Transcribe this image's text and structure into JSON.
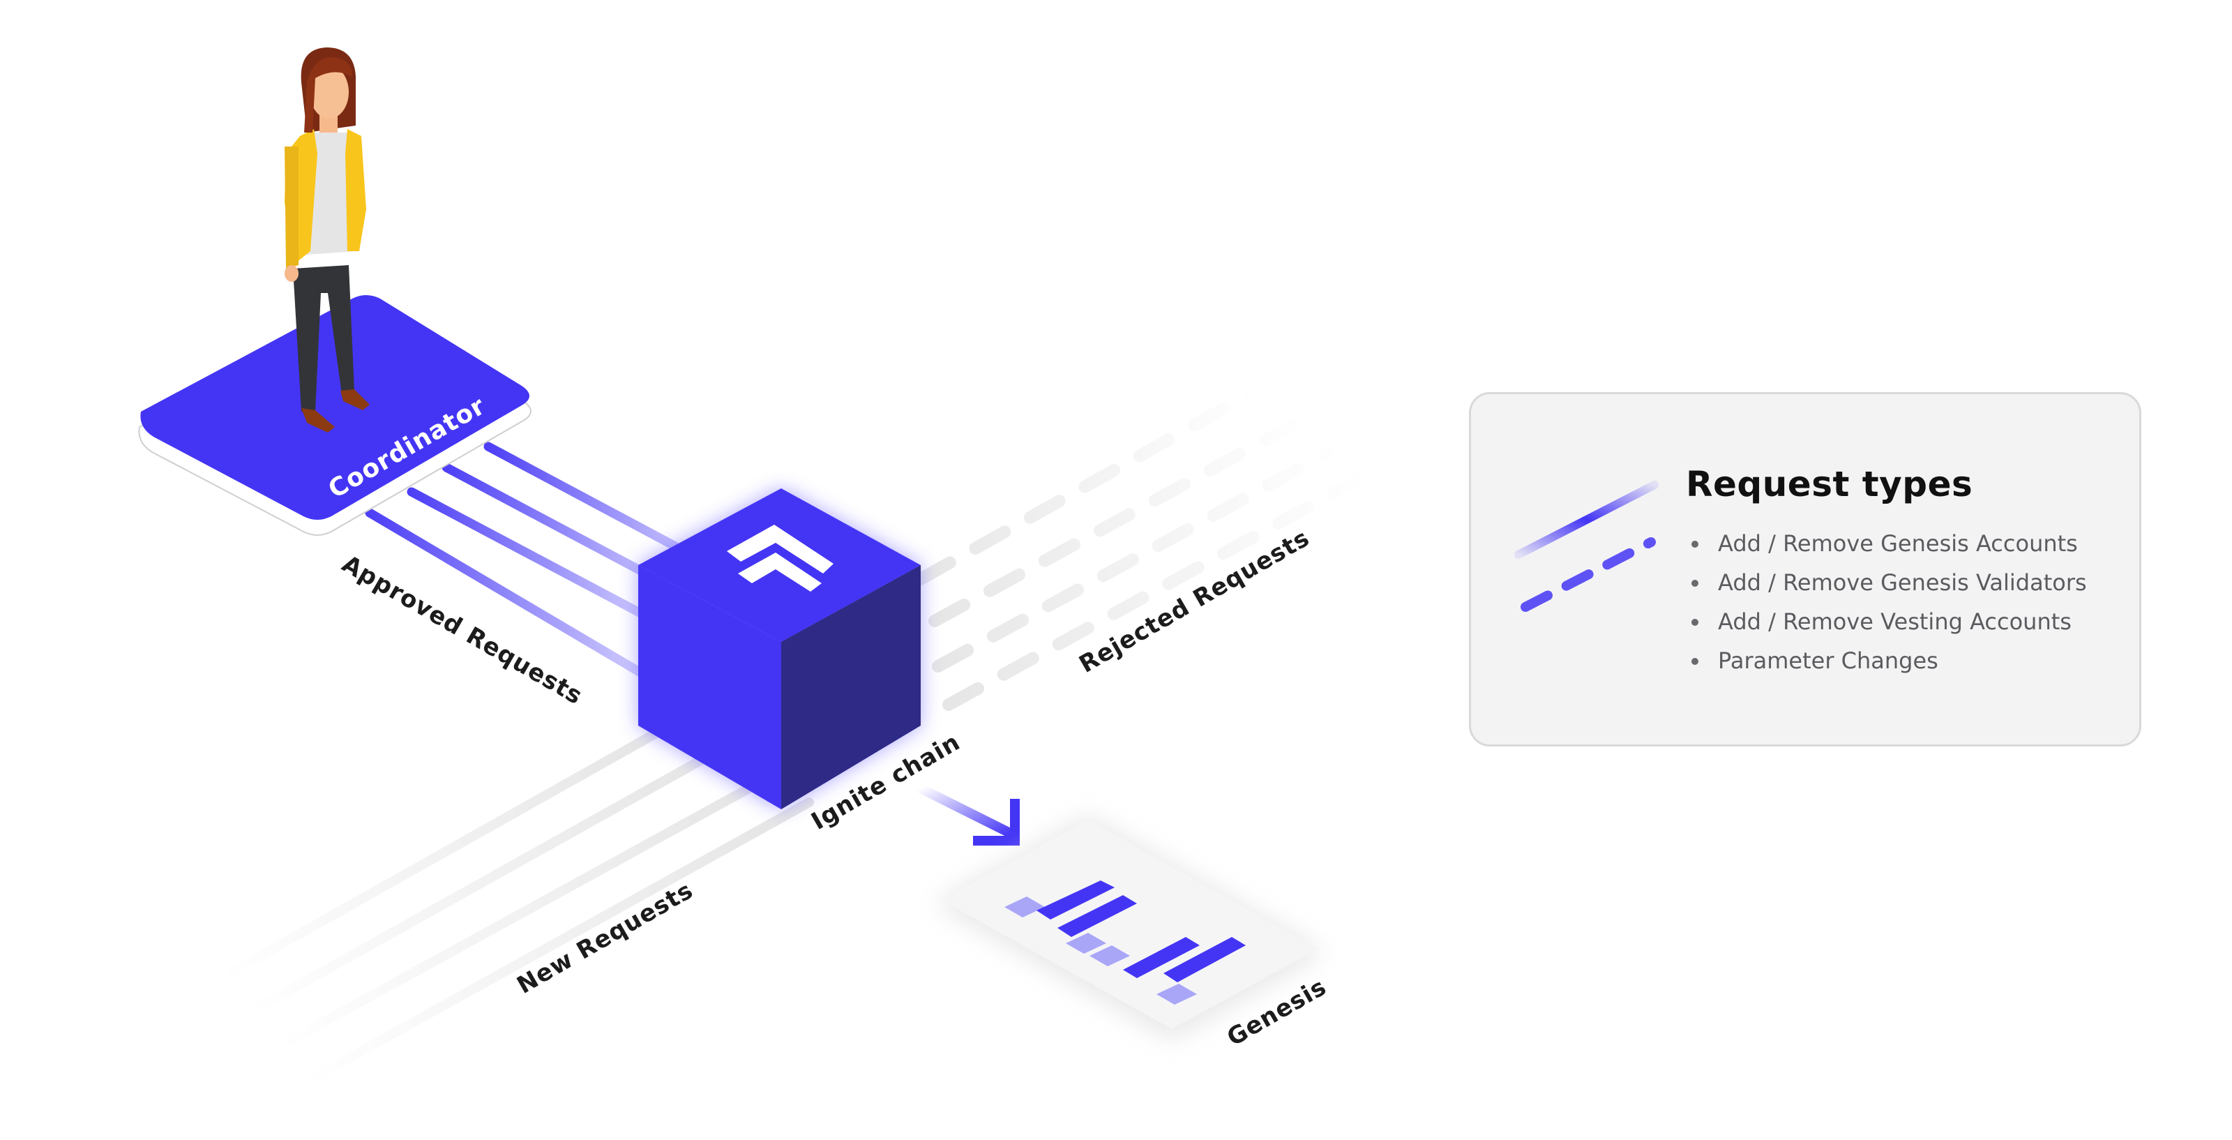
{
  "diagram": {
    "labels": {
      "coordinator": "Coordinator",
      "approved": "Approved Requests",
      "rejected": "Rejected Requests",
      "new": "New Requests",
      "ignite": "Ignite chain",
      "genesis": "Genesis"
    }
  },
  "legend": {
    "title": "Request types",
    "items": [
      "Add / Remove Genesis Accounts",
      "Add / Remove Genesis Validators",
      "Add / Remove Vesting Accounts",
      "Parameter Changes"
    ]
  },
  "colors": {
    "accent": "#4435F5",
    "accent_dark": "#2E2A86",
    "light_request": "#A9A6F7",
    "jacket": "#F8C51C",
    "legend_bg": "#F3F3F4"
  }
}
